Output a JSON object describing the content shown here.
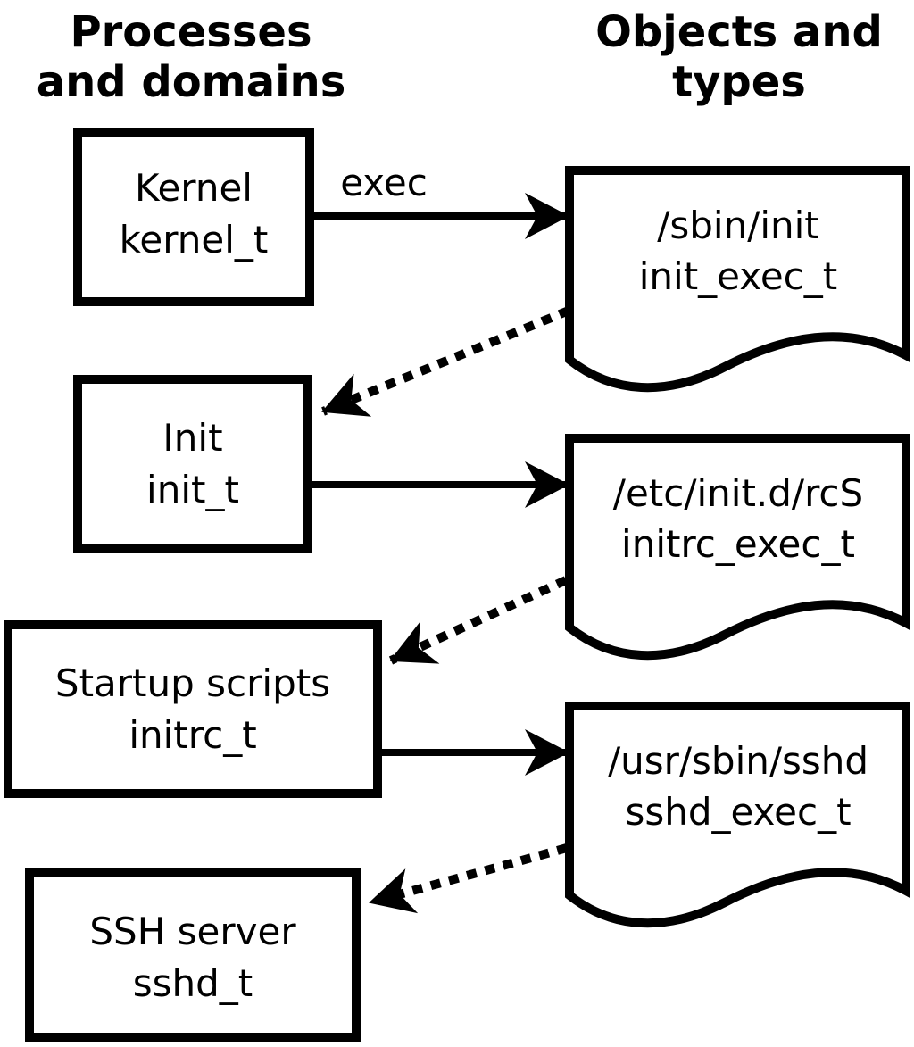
{
  "diagram": {
    "title_note": "Domain transition flow diagram",
    "colors": {
      "ink": "#000000",
      "background": "#ffffff"
    },
    "headers": {
      "left": {
        "line1": "Processes",
        "line2": "and domains"
      },
      "right": {
        "line1": "Objects and",
        "line2": "types"
      }
    },
    "process_boxes": [
      {
        "id": "kernel",
        "line1": "Kernel",
        "line2": "kernel_t"
      },
      {
        "id": "init",
        "line1": "Init",
        "line2": "init_t"
      },
      {
        "id": "startup-scripts",
        "line1": "Startup scripts",
        "line2": "initrc_t"
      },
      {
        "id": "ssh-server",
        "line1": "SSH server",
        "line2": "sshd_t"
      }
    ],
    "object_docs": [
      {
        "id": "sbin-init",
        "line1": "/sbin/init",
        "line2": "init_exec_t"
      },
      {
        "id": "etc-init-rcs",
        "line1": "/etc/init.d/rcS",
        "line2": "initrc_exec_t"
      },
      {
        "id": "usr-sbin-sshd",
        "line1": "/usr/sbin/sshd",
        "line2": "sshd_exec_t"
      }
    ],
    "arrows": {
      "exec_label": "exec",
      "solid": [
        {
          "from": "kernel",
          "to": "sbin-init"
        },
        {
          "from": "init",
          "to": "etc-init-rcs"
        },
        {
          "from": "startup-scripts",
          "to": "usr-sbin-sshd"
        }
      ],
      "dotted": [
        {
          "from": "sbin-init",
          "to": "init"
        },
        {
          "from": "etc-init-rcs",
          "to": "startup-scripts"
        },
        {
          "from": "usr-sbin-sshd",
          "to": "ssh-server"
        }
      ]
    }
  }
}
